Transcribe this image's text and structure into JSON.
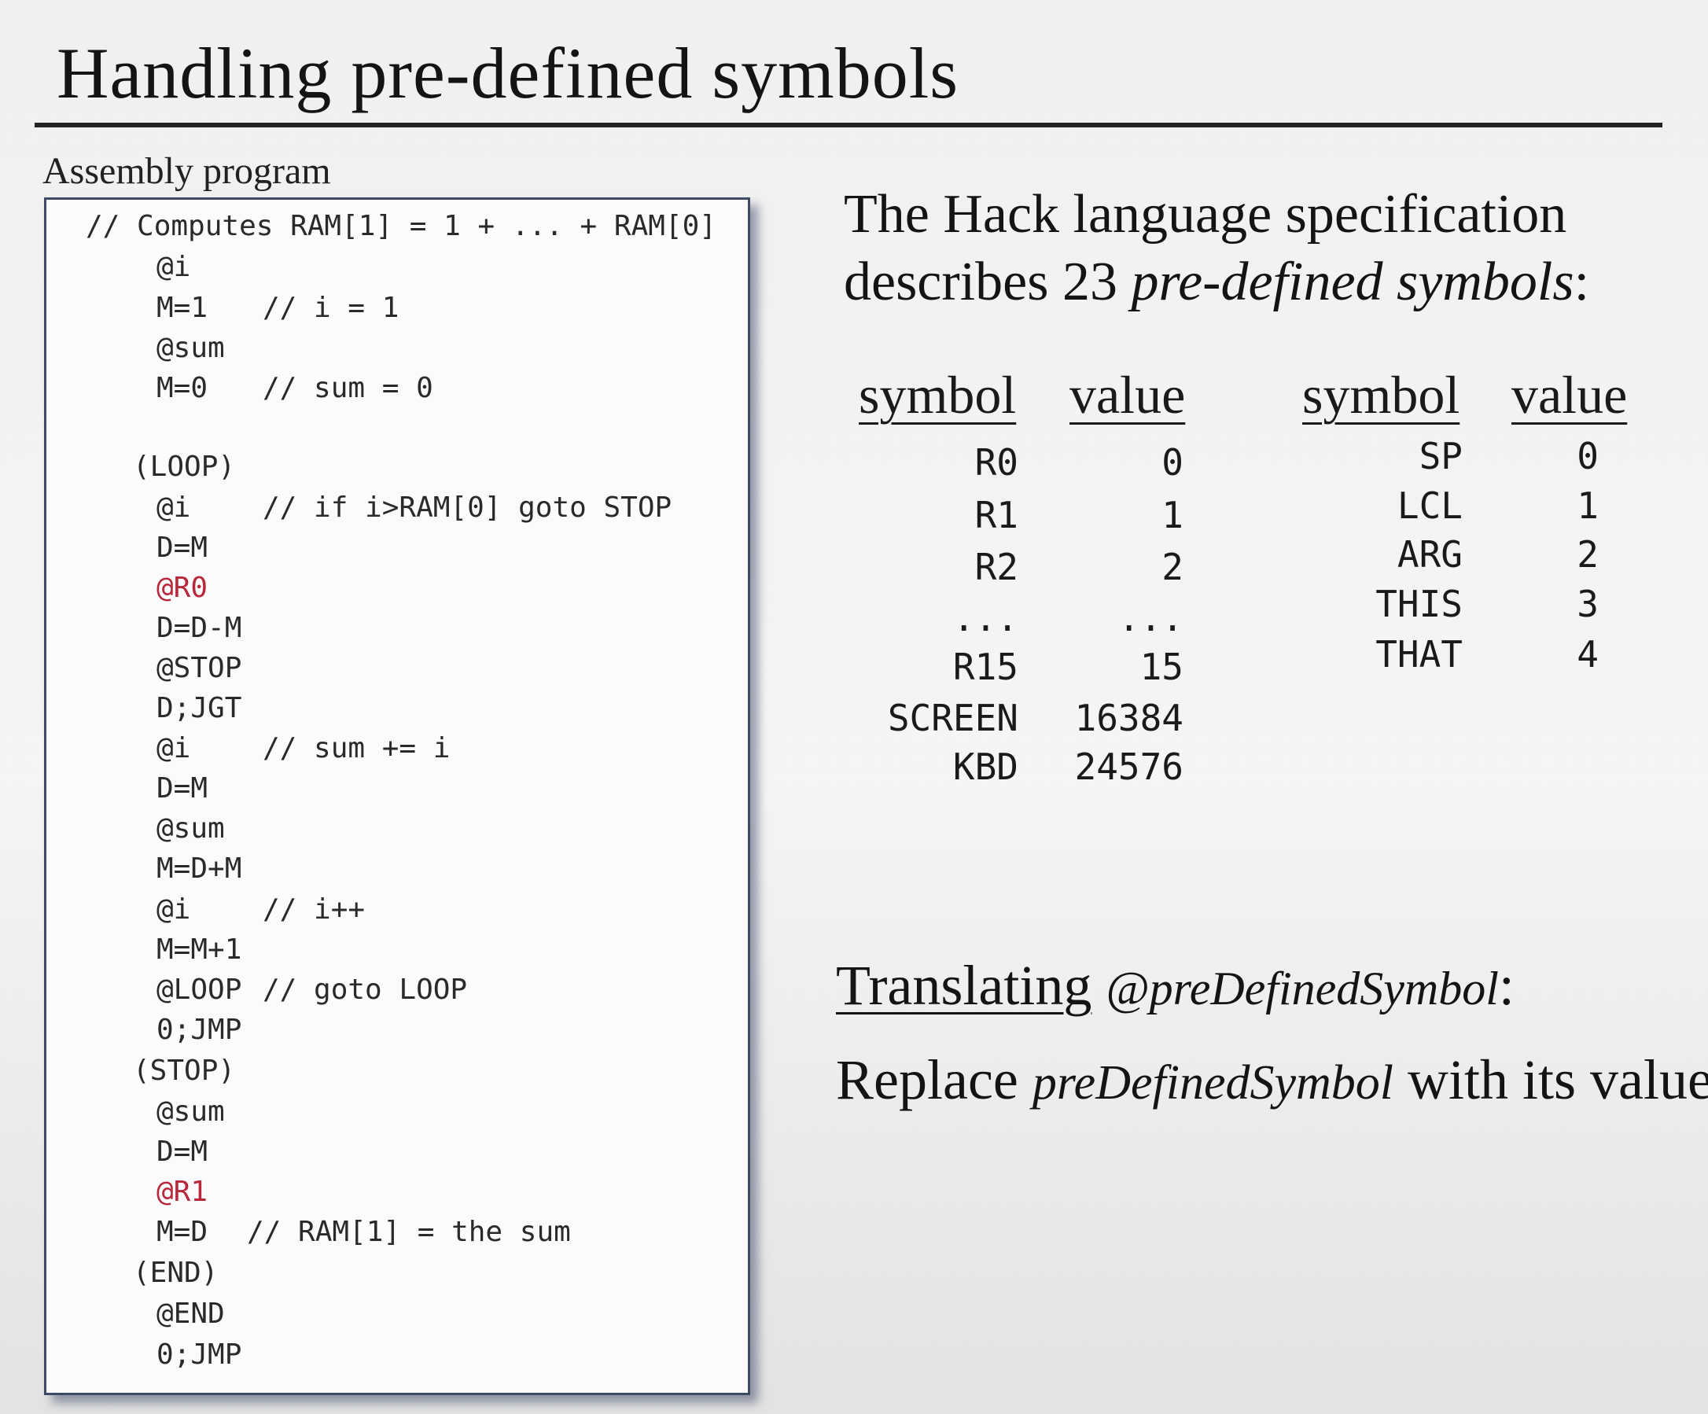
{
  "slide": {
    "title": "Handling pre-defined symbols",
    "assembly_caption": "Assembly program"
  },
  "code_lines": [
    {
      "text": "// Computes RAM[1] = 1 + ... + RAM[0]",
      "comment": ""
    },
    {
      "text": "@i",
      "comment": ""
    },
    {
      "text": "M=1",
      "comment": "// i = 1"
    },
    {
      "text": "@sum",
      "comment": ""
    },
    {
      "text": "M=0",
      "comment": "// sum = 0"
    },
    {
      "text": "(LOOP)",
      "comment": ""
    },
    {
      "text": "@i",
      "comment": "// if i>RAM[0] goto STOP"
    },
    {
      "text": "D=M",
      "comment": ""
    },
    {
      "text": "@R0",
      "comment": ""
    },
    {
      "text": "D=D-M",
      "comment": ""
    },
    {
      "text": "@STOP",
      "comment": ""
    },
    {
      "text": "D;JGT",
      "comment": ""
    },
    {
      "text": "@i",
      "comment": "// sum += i"
    },
    {
      "text": "D=M",
      "comment": ""
    },
    {
      "text": "@sum",
      "comment": ""
    },
    {
      "text": "M=D+M",
      "comment": ""
    },
    {
      "text": "@i",
      "comment": "// i++"
    },
    {
      "text": "M=M+1",
      "comment": ""
    },
    {
      "text": "@LOOP",
      "comment": "// goto LOOP"
    },
    {
      "text": "0;JMP",
      "comment": ""
    },
    {
      "text": "(STOP)",
      "comment": ""
    },
    {
      "text": "@sum",
      "comment": ""
    },
    {
      "text": "D=M",
      "comment": ""
    },
    {
      "text": "@R1",
      "comment": ""
    },
    {
      "text": "M=D",
      "comment": "// RAM[1] = the sum"
    },
    {
      "text": "(END)",
      "comment": ""
    },
    {
      "text": "@END",
      "comment": ""
    },
    {
      "text": "0;JMP",
      "comment": ""
    }
  ],
  "description": {
    "line1": "The Hack language specification",
    "line2_prefix": "describes 23 ",
    "line2_emph": "pre-defined symbols",
    "line2_suffix": ":"
  },
  "table": {
    "header_symbol": "symbol",
    "header_value": "value",
    "left_rows": [
      {
        "symbol": "R0",
        "value": "0"
      },
      {
        "symbol": "R1",
        "value": "1"
      },
      {
        "symbol": "R2",
        "value": "2"
      },
      {
        "symbol": "...",
        "value": "..."
      },
      {
        "symbol": "R15",
        "value": "15"
      },
      {
        "symbol": "SCREEN",
        "value": "16384"
      },
      {
        "symbol": "KBD",
        "value": "24576"
      }
    ],
    "right_rows": [
      {
        "symbol": "SP",
        "value": "0"
      },
      {
        "symbol": "LCL",
        "value": "1"
      },
      {
        "symbol": "ARG",
        "value": "2"
      },
      {
        "symbol": "THIS",
        "value": "3"
      },
      {
        "symbol": "THAT",
        "value": "4"
      }
    ]
  },
  "translation": {
    "heading": "Translating",
    "heading_symbol": "@preDefinedSymbol",
    "heading_colon": ":",
    "replace_prefix": "Replace ",
    "replace_emph": "preDefinedSymbol",
    "replace_suffix": " with its value"
  },
  "colors": {
    "highlight": "#b8283a",
    "box_border": "#3e4966"
  }
}
